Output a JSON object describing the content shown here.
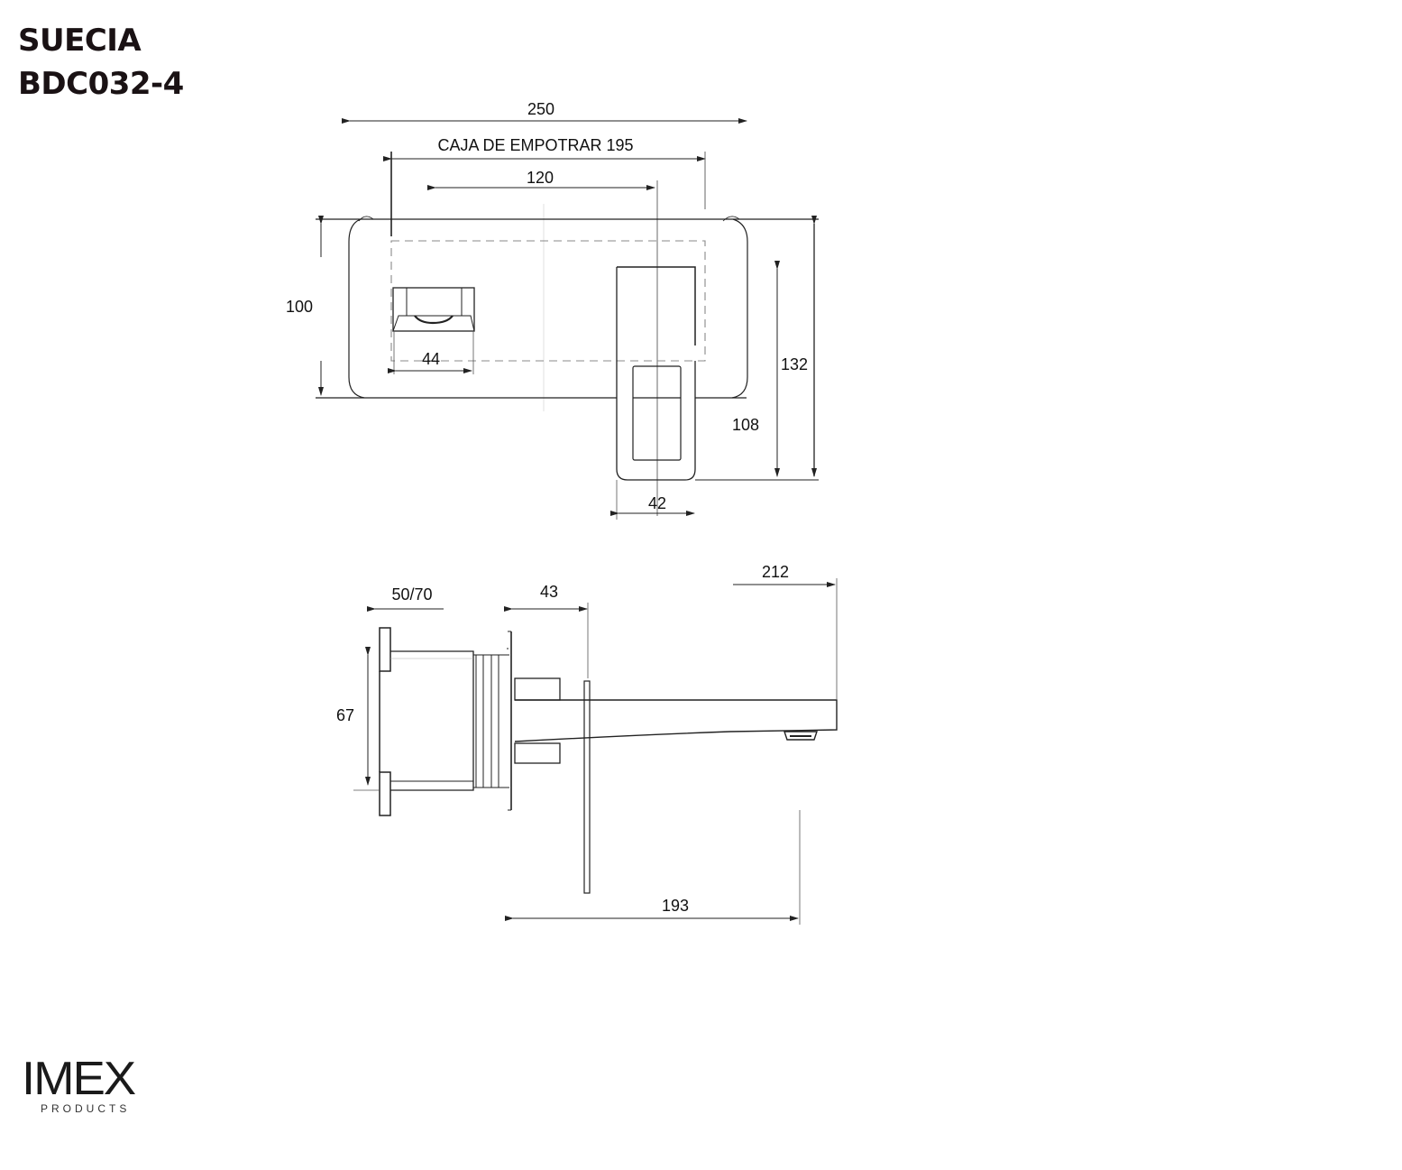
{
  "header": {
    "model_name": "SUECIA",
    "model_code": "BDC032-4"
  },
  "front_view": {
    "dimensions": {
      "overall_width": "250",
      "embed_box": "CAJA DE EMPOTRAR 195",
      "center_distance": "120",
      "plate_height": "100",
      "handle_width": "44",
      "total_height": "132",
      "spout_height": "108",
      "spout_width": "42"
    }
  },
  "side_view": {
    "dimensions": {
      "wall_depth": "50/70",
      "plate_offset": "43",
      "total_projection": "212",
      "box_height": "67",
      "spout_reach": "193"
    }
  },
  "brand": {
    "logo_main": "IMEX",
    "logo_sub": "PRODUCTS"
  }
}
